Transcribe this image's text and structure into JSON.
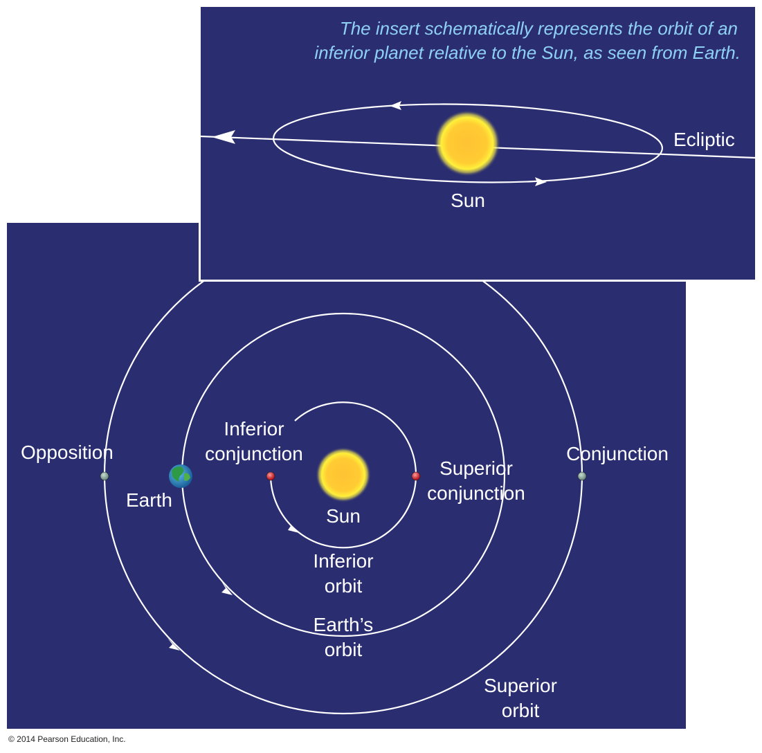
{
  "colors": {
    "panel": "#2a2d70",
    "caption": "#8fd0f5",
    "sun": "#ffc52a",
    "planet": "#d8202a",
    "outer_planet": "#8aa39a"
  },
  "main": {
    "labels": {
      "opposition": "Opposition",
      "earth": "Earth",
      "inferior_conjunction_1": "Inferior",
      "inferior_conjunction_2": "conjunction",
      "sun": "Sun",
      "superior_conjunction_1": "Superior",
      "superior_conjunction_2": "conjunction",
      "conjunction": "Conjunction",
      "inferior_orbit_1": "Inferior",
      "inferior_orbit_2": "orbit",
      "earths_orbit_1": "Earth’s",
      "earths_orbit_2": "orbit",
      "superior_orbit_1": "Superior",
      "superior_orbit_2": "orbit"
    }
  },
  "inset": {
    "caption_line1": "The insert schematically represents the orbit of an",
    "caption_line2": "inferior planet relative to the Sun, as seen from Earth.",
    "ecliptic": "Ecliptic",
    "sun": "Sun"
  },
  "copyright": "© 2014 Pearson Education, Inc."
}
